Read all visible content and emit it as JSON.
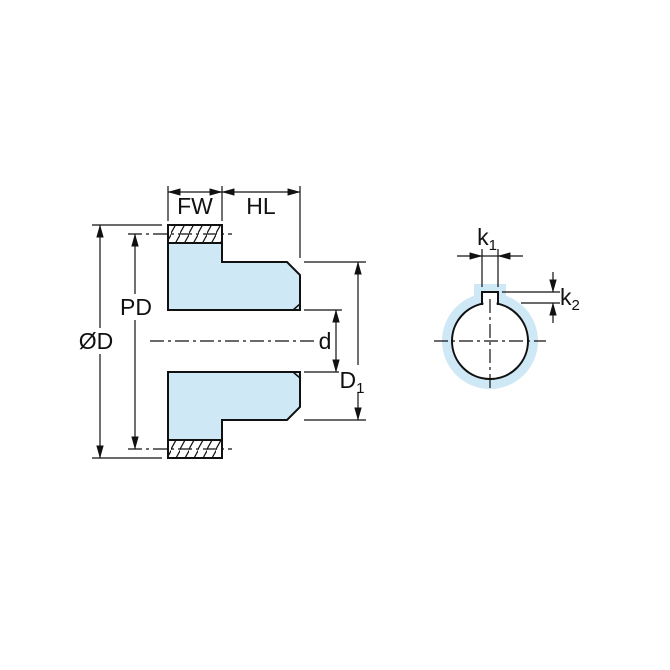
{
  "colors": {
    "fill": "#cfe8f6",
    "line": "#111111",
    "background": "#ffffff"
  },
  "labels": {
    "fw": "FW",
    "hl": "HL",
    "pd": "PD",
    "od": "ØD",
    "d": "d",
    "d1": {
      "base": "D",
      "sub": "1"
    },
    "k1": {
      "base": "k",
      "sub": "1"
    },
    "k2": {
      "base": "k",
      "sub": "2"
    }
  }
}
